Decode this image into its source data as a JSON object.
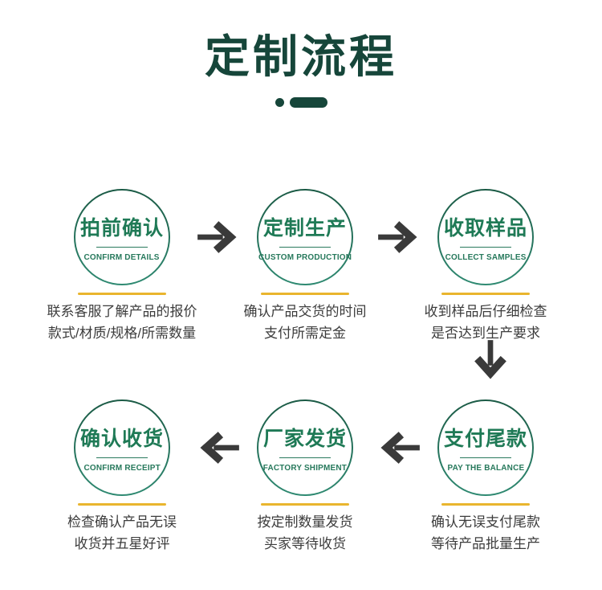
{
  "header": {
    "title": "定制流程"
  },
  "colors": {
    "title_green": "#16463a",
    "circle_ring_top": "#1b5a45",
    "circle_ring_bottom": "#2f8a72",
    "step_text_green": "#1f7a56",
    "underline_yellow": "#e9b52e",
    "description_gray": "#3c3c3c",
    "arrow_gray": "#3a3a3a",
    "background": "#ffffff"
  },
  "steps": [
    {
      "title_zh": "拍前确认",
      "title_en": "CONFIRM DETAILS",
      "desc_line1": "联系客服了解产品的报价",
      "desc_line2": "款式/材质/规格/所需数量"
    },
    {
      "title_zh": "定制生产",
      "title_en": "CUSTOM PRODUCTION",
      "desc_line1": "确认产品交货的时间",
      "desc_line2": "支付所需定金"
    },
    {
      "title_zh": "收取样品",
      "title_en": "COLLECT SAMPLES",
      "desc_line1": "收到样品后仔细检查",
      "desc_line2": "是否达到生产要求"
    },
    {
      "title_zh": "支付尾款",
      "title_en": "PAY THE BALANCE",
      "desc_line1": "确认无误支付尾款",
      "desc_line2": "等待产品批量生产"
    },
    {
      "title_zh": "厂家发货",
      "title_en": "FACTORY SHIPMENT",
      "desc_line1": "按定制数量发货",
      "desc_line2": "买家等待收货"
    },
    {
      "title_zh": "确认收货",
      "title_en": "CONFIRM RECEIPT",
      "desc_line1": "检查确认产品无误",
      "desc_line2": "收货并五星好评"
    }
  ]
}
